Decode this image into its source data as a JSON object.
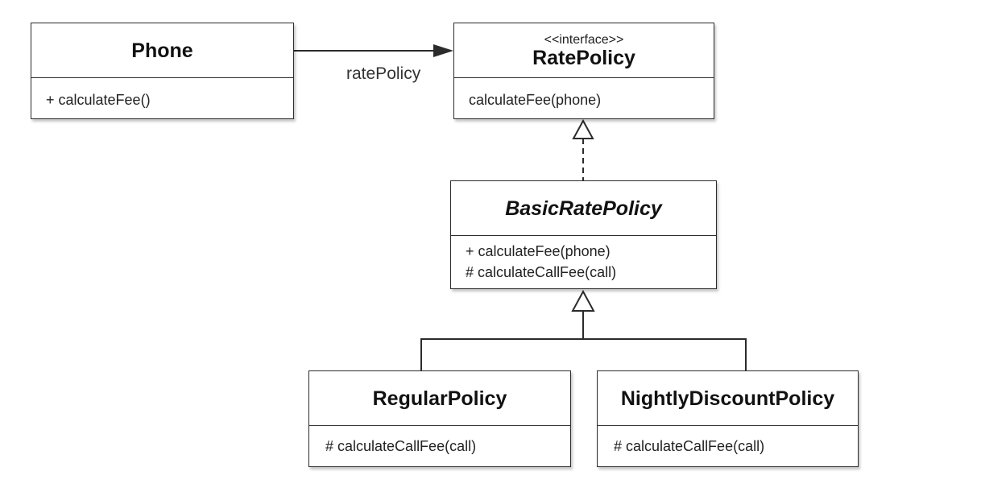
{
  "diagram": {
    "classes": {
      "phone": {
        "name": "Phone",
        "operations": [
          "+ calculateFee()"
        ]
      },
      "rate_policy": {
        "stereotype": "<<interface>>",
        "name": "RatePolicy",
        "operations": [
          "calculateFee(phone)"
        ]
      },
      "basic_rate_policy": {
        "name": "BasicRatePolicy",
        "abstract": true,
        "operations": [
          "+ calculateFee(phone)",
          "# calculateCallFee(call)"
        ]
      },
      "regular_policy": {
        "name": "RegularPolicy",
        "operations": [
          "# calculateCallFee(call)"
        ]
      },
      "nightly_discount_policy": {
        "name": "NightlyDiscountPolicy",
        "operations": [
          "# calculateCallFee(call)"
        ]
      }
    },
    "relations": {
      "association": {
        "from": "Phone",
        "to": "RatePolicy",
        "label": "ratePolicy",
        "kind": "directed-association"
      },
      "realization": {
        "from": "BasicRatePolicy",
        "to": "RatePolicy",
        "kind": "realization"
      },
      "generalizations": [
        {
          "from": "RegularPolicy",
          "to": "BasicRatePolicy",
          "kind": "generalization"
        },
        {
          "from": "NightlyDiscountPolicy",
          "to": "BasicRatePolicy",
          "kind": "generalization"
        }
      ]
    },
    "colors": {
      "line": "#2b2b2b",
      "text": "#1a1a1a",
      "background": "#ffffff"
    }
  }
}
